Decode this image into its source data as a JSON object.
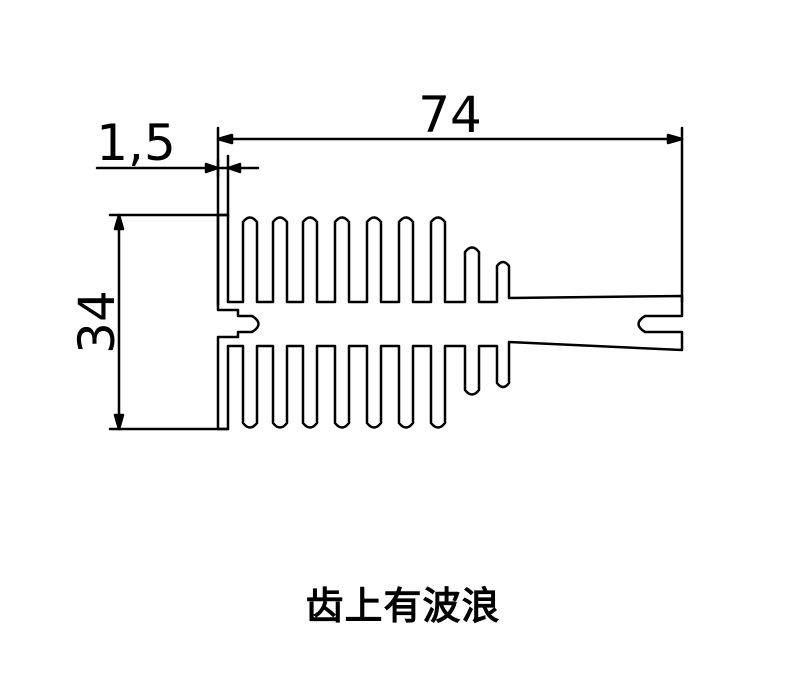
{
  "drawing": {
    "dimension_overall_length": "74",
    "dimension_height": "34",
    "dimension_base_thickness": "1,5",
    "caption": "齿上有波浪"
  }
}
